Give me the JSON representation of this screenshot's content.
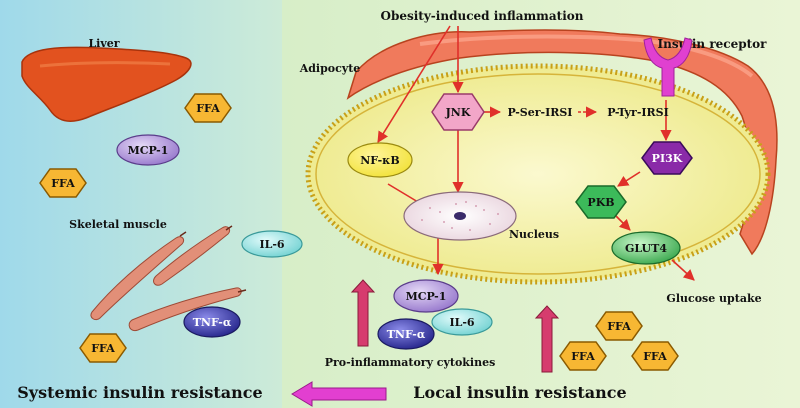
{
  "labels": {
    "liver": "Liver",
    "skeletal_muscle": "Skeletal muscle",
    "adipocyte": "Adipocyte",
    "obesity_inflammation": "Obesity-induced inflammation",
    "insulin_receptor": "Insulin receptor",
    "nucleus": "Nucleus",
    "glucose_uptake": "Glucose uptake",
    "pro_inflammatory": "Pro-inflammatory cytokines",
    "systemic": "Systemic insulin resistance",
    "local": "Local insulin resistance"
  },
  "nodes": {
    "jnk": "JNK",
    "p_ser": "P-Ser-IRSI",
    "p_tyr": "P-Tyr-IRSI",
    "nfkb": "NF-κB",
    "pi3k": "PI3K",
    "pkb": "PKB",
    "glut4": "GLUT4"
  },
  "left_panel": {
    "ffa1": "FFA",
    "mcp1": "MCP-1",
    "ffa2": "FFA",
    "il6": "IL-6",
    "tnfa": "TNF-α",
    "ffa3": "FFA"
  },
  "secreted": {
    "mcp1": "MCP-1",
    "tnfa": "TNF-α",
    "il6": "IL-6"
  },
  "local_ffa": [
    "FFA",
    "FFA",
    "FFA"
  ],
  "colors": {
    "left_bg": "#bfe8f2",
    "right_bg": "#e3f2c8",
    "cell_fill": "#f4f2a8",
    "fat_fill": "#f07a5c",
    "arrow_red": "#e0302a",
    "magenta_arrow": "#e23fd0",
    "pink_arrow": "#d63c6e",
    "ffa_yellow": "#f7b733",
    "mcp_purple": "#b39ad8",
    "tnf_blue": "#3a3aa8",
    "il6_teal": "#8fe0e0",
    "jnk_pink": "#f2a6c8",
    "pi3k_purple": "#8a2aa8",
    "green": "#3cba5a",
    "receptor": "#e040d0"
  }
}
